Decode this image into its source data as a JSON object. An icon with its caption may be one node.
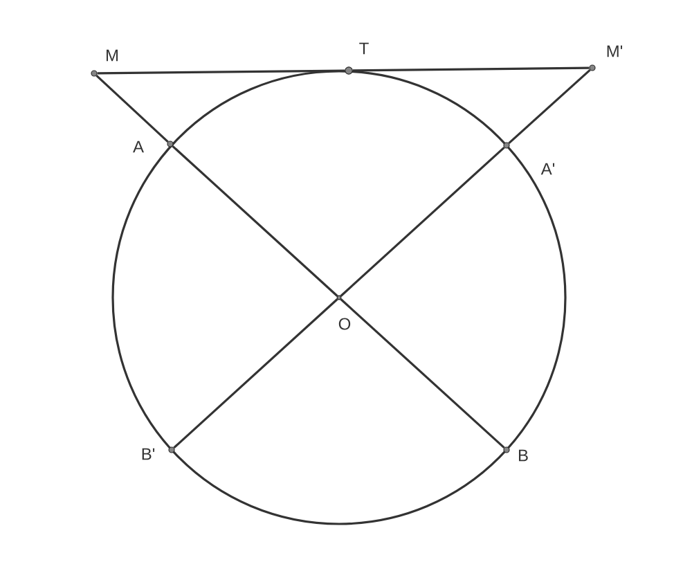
{
  "diagram": {
    "nodes": [
      {
        "text": [
          "M"
        ]
      },
      {
        "text": [
          "T"
        ]
      },
      {
        "text": [
          "M'"
        ]
      },
      {
        "text": [
          "A"
        ]
      },
      {
        "text": [
          "A'"
        ]
      },
      {
        "text": [
          "O"
        ]
      },
      {
        "text": [
          "B'"
        ]
      },
      {
        "text": [
          "B"
        ]
      }
    ],
    "edges": [
      {
        "from": 0,
        "to": 1,
        "arrow": "none"
      },
      {
        "from": 1,
        "to": 2,
        "arrow": "none"
      },
      {
        "from": 0,
        "to": 3,
        "arrow": "none"
      },
      {
        "from": 3,
        "to": 5,
        "arrow": "none"
      },
      {
        "from": 5,
        "to": 7,
        "arrow": "none"
      },
      {
        "from": 2,
        "to": 4,
        "arrow": "none"
      },
      {
        "from": 4,
        "to": 5,
        "arrow": "none"
      },
      {
        "from": 5,
        "to": 6,
        "arrow": "none"
      }
    ]
  }
}
